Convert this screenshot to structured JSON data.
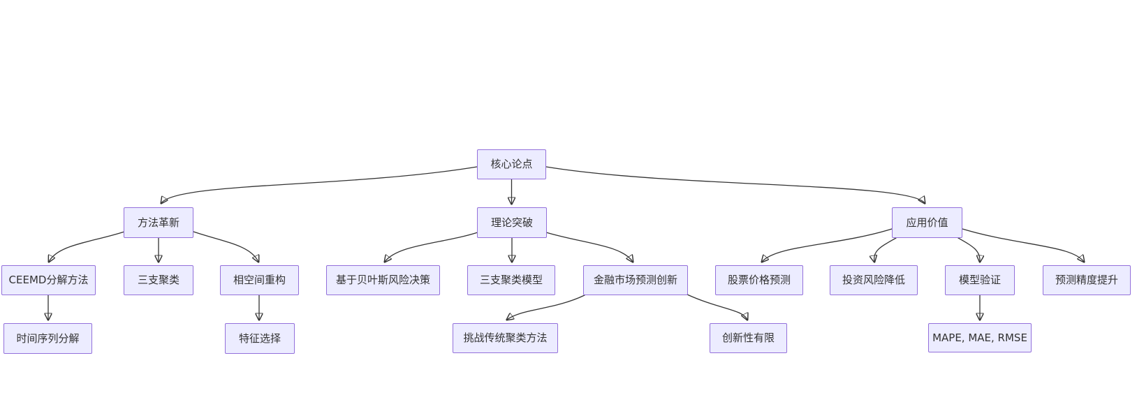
{
  "diagram": {
    "type": "flowchart-tree",
    "direction": "top-down",
    "background_color": "#FFFFFF",
    "node_fill_color": "#ECECFF",
    "node_border_color": "#9370DB",
    "edge_color": "#333333",
    "text_color": "#333333",
    "nodes": {
      "root": {
        "label": "核心论点",
        "level": 1
      },
      "method": {
        "label": "方法革新",
        "level": 2
      },
      "theory": {
        "label": "理论突破",
        "level": 2
      },
      "application": {
        "label": "应用价值",
        "level": 2
      },
      "ceemd": {
        "label": "CEEMD分解方法",
        "level": 3
      },
      "three_way": {
        "label": "三支聚类",
        "level": 3
      },
      "phase_space": {
        "label": "相空间重构",
        "level": 3
      },
      "bayes": {
        "label": "基于贝叶斯风险决策",
        "level": 3
      },
      "three_way_model": {
        "label": "三支聚类模型",
        "level": 3
      },
      "finance_innovation": {
        "label": "金融市场预测创新",
        "level": 3
      },
      "stock_prediction": {
        "label": "股票价格预测",
        "level": 3
      },
      "risk_reduction": {
        "label": "投资风险降低",
        "level": 3
      },
      "model_validation": {
        "label": "模型验证",
        "level": 3
      },
      "accuracy_improvement": {
        "label": "预测精度提升",
        "level": 3
      },
      "time_series": {
        "label": "时间序列分解",
        "level": 4
      },
      "feature_selection": {
        "label": "特征选择",
        "level": 4
      },
      "challenge_clustering": {
        "label": "挑战传统聚类方法",
        "level": 4
      },
      "limited_innovation": {
        "label": "创新性有限",
        "level": 4
      },
      "metrics": {
        "label": "MAPE, MAE, RMSE",
        "level": 4
      }
    },
    "edges": [
      {
        "from": "root",
        "to": "method"
      },
      {
        "from": "root",
        "to": "theory"
      },
      {
        "from": "root",
        "to": "application"
      },
      {
        "from": "method",
        "to": "ceemd"
      },
      {
        "from": "method",
        "to": "three_way"
      },
      {
        "from": "method",
        "to": "phase_space"
      },
      {
        "from": "ceemd",
        "to": "time_series"
      },
      {
        "from": "phase_space",
        "to": "feature_selection"
      },
      {
        "from": "theory",
        "to": "bayes"
      },
      {
        "from": "theory",
        "to": "three_way_model"
      },
      {
        "from": "theory",
        "to": "finance_innovation"
      },
      {
        "from": "finance_innovation",
        "to": "challenge_clustering"
      },
      {
        "from": "finance_innovation",
        "to": "limited_innovation"
      },
      {
        "from": "application",
        "to": "stock_prediction"
      },
      {
        "from": "application",
        "to": "risk_reduction"
      },
      {
        "from": "application",
        "to": "model_validation"
      },
      {
        "from": "application",
        "to": "accuracy_improvement"
      },
      {
        "from": "model_validation",
        "to": "metrics"
      }
    ]
  }
}
